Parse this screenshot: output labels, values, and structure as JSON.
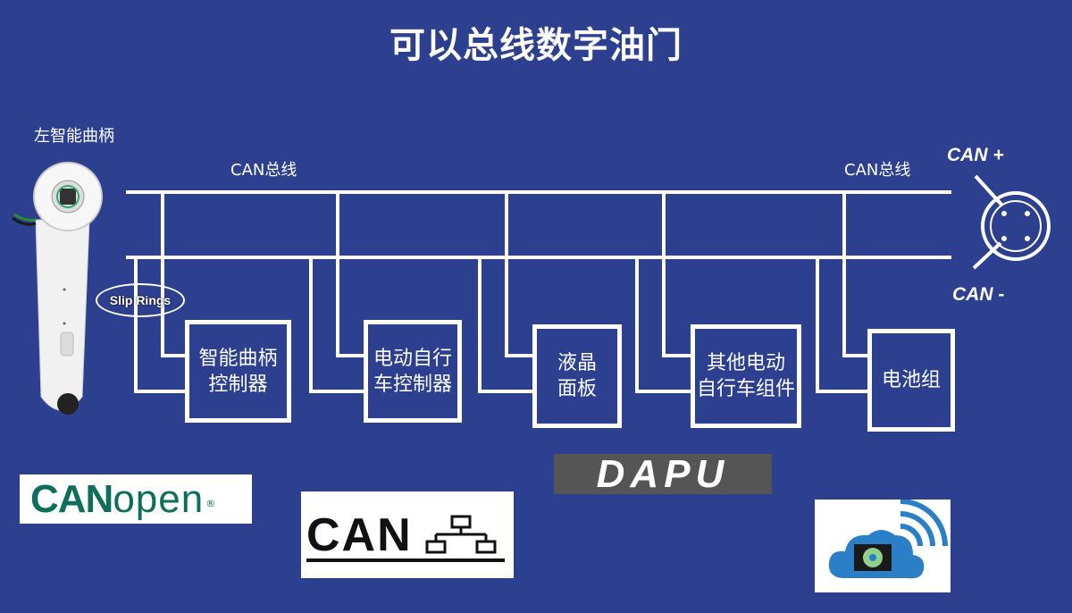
{
  "title": "可以总线数字油门",
  "crank_label": "左智能曲柄",
  "bus_labels": [
    "CAN总线",
    "CAN总线"
  ],
  "can_plus": "CAN +",
  "can_minus": "CAN -",
  "slip_rings": "Slip Rings",
  "nodes": [
    {
      "line1": "智能曲柄",
      "line2": "控制器"
    },
    {
      "line1": "电动自行",
      "line2": "车控制器"
    },
    {
      "line1": "液晶",
      "line2": "面板"
    },
    {
      "line1": "其他电动",
      "line2": "自行车组件"
    },
    {
      "line1": "电池组",
      "line2": ""
    }
  ],
  "logos": {
    "canopen_bold": "CAN",
    "canopen_light": "open",
    "canopen_reg": "®",
    "can": "CAN",
    "dapu": "DAPU"
  },
  "colors": {
    "background": "#2d3f8f",
    "line": "#ffffff",
    "canopen_green": "#0e6e5c"
  }
}
